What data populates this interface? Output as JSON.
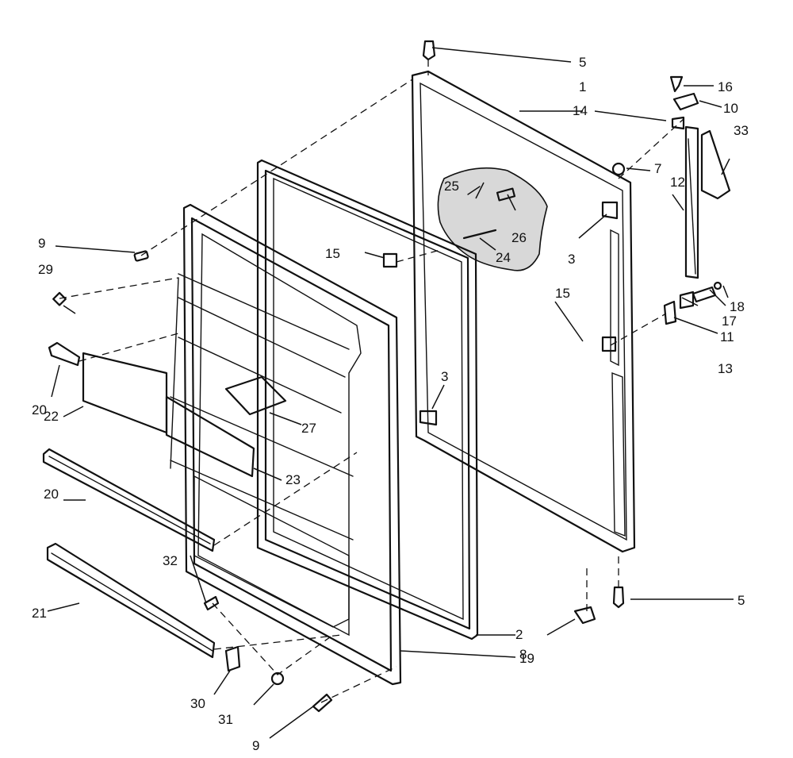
{
  "callouts": [
    {
      "label": "1"
    },
    {
      "label": "2"
    },
    {
      "label": "3"
    },
    {
      "label": "3"
    },
    {
      "label": "5"
    },
    {
      "label": "5"
    },
    {
      "label": "7"
    },
    {
      "label": "8"
    },
    {
      "label": "9"
    },
    {
      "label": "9"
    },
    {
      "label": "10"
    },
    {
      "label": "11"
    },
    {
      "label": "12"
    },
    {
      "label": "13"
    },
    {
      "label": "14"
    },
    {
      "label": "15"
    },
    {
      "label": "15"
    },
    {
      "label": "16"
    },
    {
      "label": "17"
    },
    {
      "label": "18"
    },
    {
      "label": "19"
    },
    {
      "label": "20"
    },
    {
      "label": "20"
    },
    {
      "label": "21"
    },
    {
      "label": "22"
    },
    {
      "label": "23"
    },
    {
      "label": "24"
    },
    {
      "label": "25"
    },
    {
      "label": "26"
    },
    {
      "label": "27"
    },
    {
      "label": "29"
    },
    {
      "label": "30"
    },
    {
      "label": "31"
    },
    {
      "label": "32"
    },
    {
      "label": "33"
    }
  ]
}
